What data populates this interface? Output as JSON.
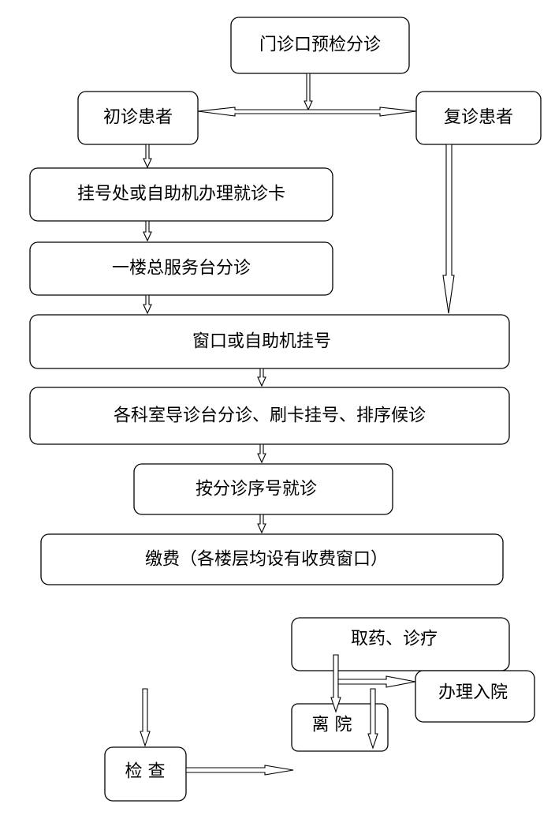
{
  "nodes": {
    "triage": "门诊口预检分诊",
    "first_visit": "初诊患者",
    "return_visit": "复诊患者",
    "card": "挂号处或自助机办理就诊卡",
    "front_desk": "一楼总服务台分诊",
    "register": "窗口或自助机挂号",
    "dept_triage": "各科室导诊台分诊、刷卡挂号、排序候诊",
    "consult": "按分诊序号就诊",
    "payment": "缴费（各楼层均设有收费窗口）",
    "medicine": "取药、诊疗",
    "admission": "办理入院",
    "discharge": "离  院",
    "exam": "检  查"
  },
  "colors": {
    "stroke": "#000000",
    "fill": "#ffffff"
  }
}
